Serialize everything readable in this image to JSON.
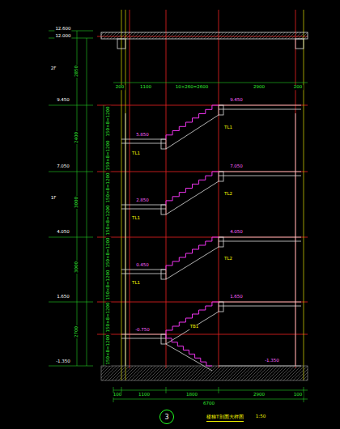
{
  "diagram": {
    "title": "楼梯T剖面大样图",
    "nodes": [
      {
        "text": [
          "3"
        ]
      }
    ],
    "labels": [
      "12.600",
      "12.000",
      "2F",
      "9.450",
      "7.050",
      "1F",
      "4.050",
      "1.650",
      "-1.350",
      "2850",
      "2400",
      "3000",
      "3000",
      "2700",
      "150×8=1200",
      "150×8=1200",
      "150×8=1200",
      "150×8=1200",
      "150×8=1200",
      "150×8=1200",
      "150×8=1200",
      "150×8=1200",
      "200",
      "1100",
      "10×260=2600",
      "2900",
      "200",
      "9.450",
      "7.050",
      "5.850",
      "4.050",
      "2.850",
      "1.650",
      "0.450",
      "-0.750",
      "-1.350",
      "TL1",
      "TL2",
      "TL2",
      "TL1",
      "TL1",
      "TL1",
      "TB1",
      "100",
      "1100",
      "1800",
      "2900",
      "100",
      "6700",
      "1:50"
    ]
  }
}
